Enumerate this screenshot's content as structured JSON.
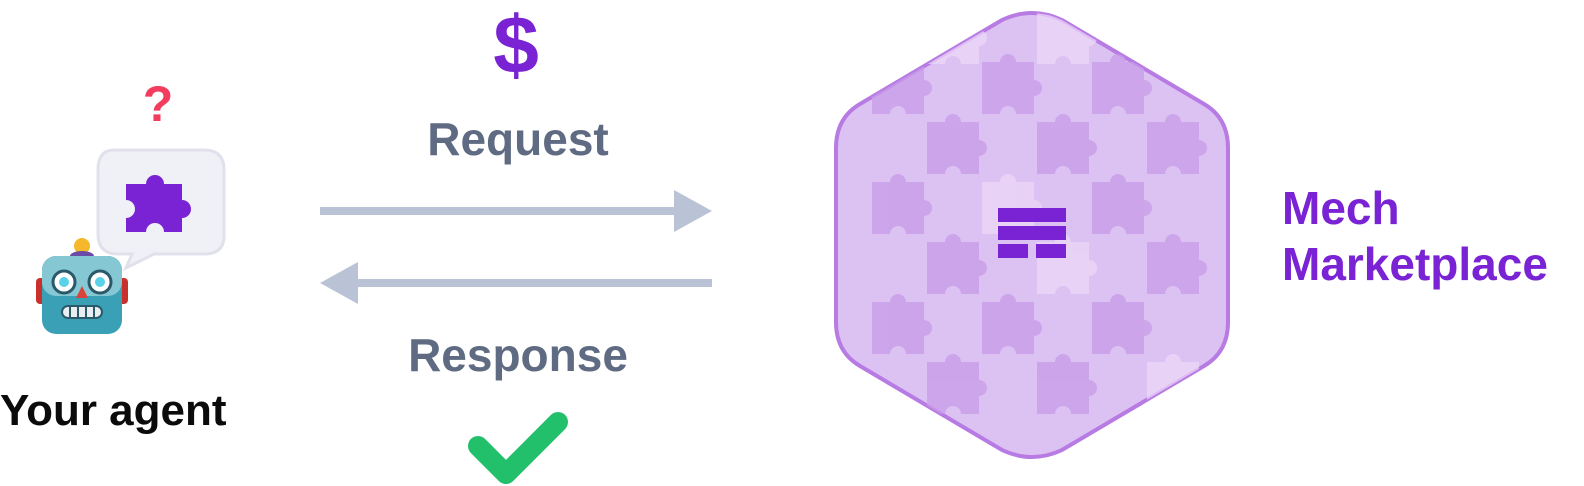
{
  "agent": {
    "label": "Your agent",
    "question_mark": "?",
    "robot_icon": "robot-icon",
    "speech_bubble_icon": "puzzle-piece-icon"
  },
  "flow": {
    "request_label": "Request",
    "response_label": "Response",
    "payment_symbol": "$",
    "success_icon": "checkmark-icon"
  },
  "marketplace": {
    "title_line1": "Mech",
    "title_line2": "Marketplace",
    "icon": "hexagon-puzzle-icon"
  },
  "colors": {
    "accent_purple": "#7a23d4",
    "arrow_gray": "#b9c3d5",
    "label_gray": "#5f6b82",
    "question_red": "#f23d5f",
    "check_green": "#22c06b",
    "hex_fill": "#dcc2f2",
    "hex_border": "#b77be3"
  }
}
